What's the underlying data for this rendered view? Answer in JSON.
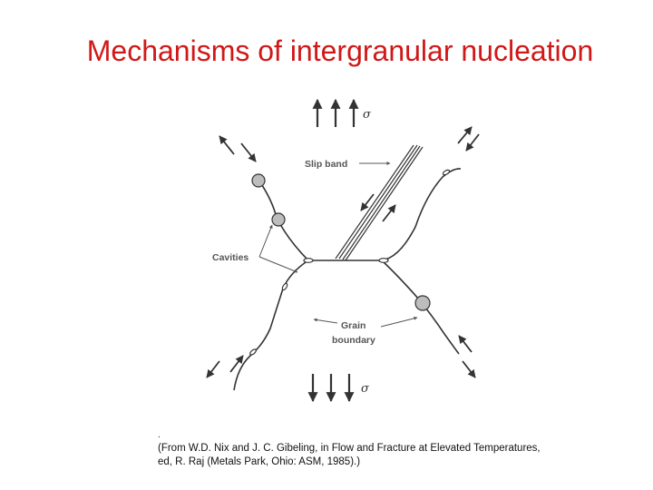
{
  "title": "Mechanisms of intergranular nucleation",
  "diagram": {
    "labels": {
      "sigma_top": "σ",
      "sigma_bottom": "σ",
      "slip_band": "Slip band",
      "cavities": "Cavities",
      "grain_line1": "Grain",
      "grain_line2": "boundary"
    }
  },
  "caption": {
    "marker": ".",
    "line1": "(From W.D. Nix and J. C. Gibeling, in Flow and Fracture at Elevated Temperatures,",
    "line2": "ed, R. Raj (Metals Park, Ohio: ASM, 1985).)"
  },
  "colors": {
    "title": "#d01818",
    "ink": "#333333"
  }
}
